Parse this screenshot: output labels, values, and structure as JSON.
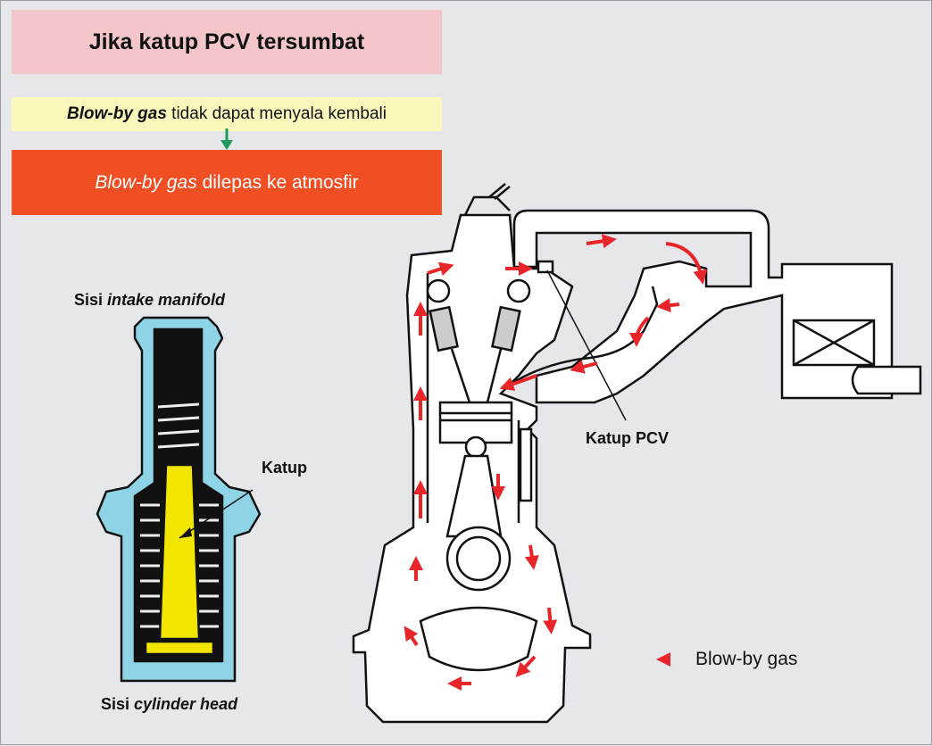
{
  "title": "Jika katup PCV tersumbat",
  "cause": {
    "emphasis": "Blow-by gas",
    "rest": " tidak dapat menyala kembali"
  },
  "effect": {
    "emphasis": "Blow-by gas",
    "rest": " dilepas ke atmosfir"
  },
  "valve_diagram": {
    "top_label_prefix": "Sisi ",
    "top_label_italic": "intake manifold",
    "valve_label": "Katup",
    "bottom_label_prefix": "Sisi ",
    "bottom_label_italic": "cylinder head"
  },
  "engine_diagram": {
    "pcv_label": "Katup PCV",
    "legend_label": "Blow-by gas"
  },
  "colors": {
    "title_bg": "#f4c6c9",
    "cause_bg": "#fbf8bc",
    "effect_bg": "#f04e23",
    "arrow_green": "#1f9a5a",
    "flow_arrow": "#e8262a",
    "valve_body": "#8fd3e6",
    "valve_core": "#f2e600"
  }
}
